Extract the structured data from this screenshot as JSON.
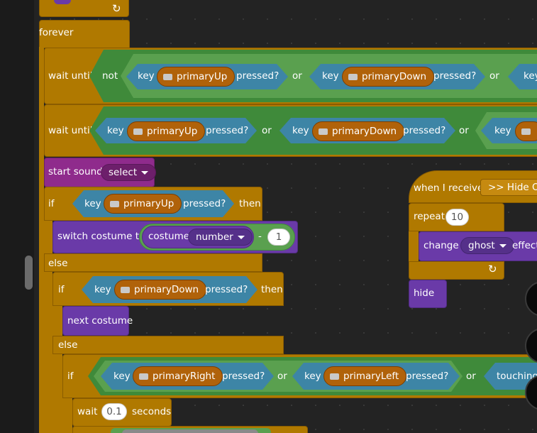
{
  "kw": {
    "forever": "forever",
    "wait_until": "wait until",
    "not": "not",
    "key": "key",
    "pressed": "pressed?",
    "or": "or",
    "start_sound": "start sound",
    "if": "if",
    "then": "then",
    "else": "else",
    "switch_costume_to": "switch costume to",
    "costume": "costume",
    "minus": "-",
    "next_costume": "next costume",
    "wait": "wait",
    "seconds": "seconds",
    "touching": "touching",
    "when_i_receive": "when I receive",
    "repeat": "repeat",
    "change": "change",
    "effect": "effect",
    "hide": "hide"
  },
  "keys": {
    "primary_up": "primaryUp",
    "primary_down": "primaryDown",
    "primary_right": "primaryRight",
    "primary_left": "primaryLeft"
  },
  "values": {
    "sound": "select",
    "costume_attr": "number",
    "minus_amount": "1",
    "wait_seconds": "0.1",
    "receive_message": ">> Hide Opt",
    "repeat_count": "10",
    "effect_name": "ghost"
  },
  "colors": {
    "control": "#b07900",
    "operator": "#5aa04f",
    "sensing": "#3d85a6",
    "looks": "#6a3aa8",
    "sound": "#8f2b8c",
    "key_menu": "#b0620a"
  }
}
